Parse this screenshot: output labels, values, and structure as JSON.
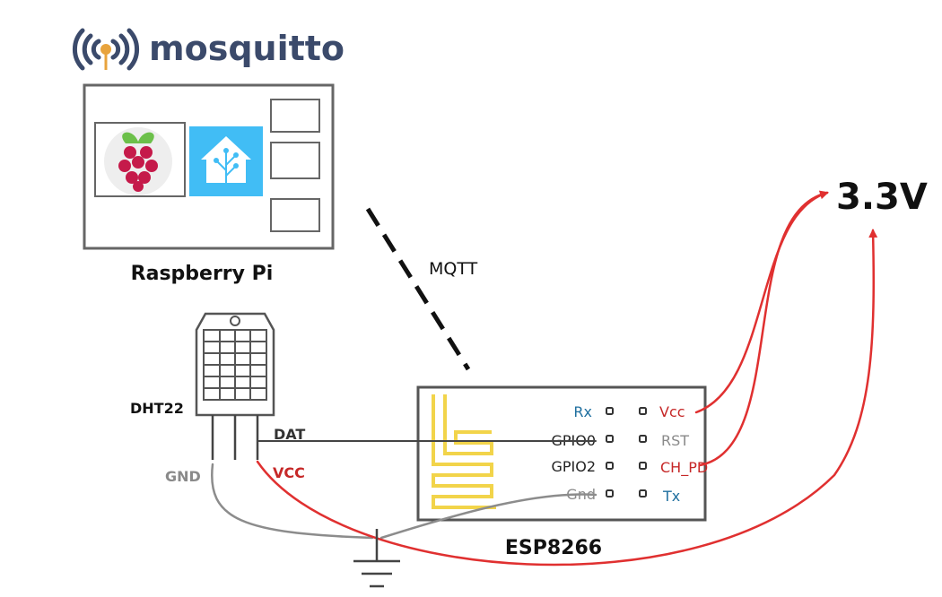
{
  "logo_text": "mosquitto",
  "labels": {
    "raspberry_pi": "Raspberry Pi",
    "mqtt": "MQTT",
    "dht22": "DHT22",
    "esp8266": "ESP8266",
    "voltage": "3.3V",
    "dat": "DAT",
    "gnd": "GND",
    "vcc": "VCC"
  },
  "esp_pins": {
    "left": [
      "Rx",
      "GPIO0",
      "GPIO2",
      "Gnd"
    ],
    "right": [
      "Vcc",
      "RST",
      "CH_PD",
      "Tx"
    ]
  },
  "icons": [
    "raspberry-pi-logo",
    "home-assistant-icon",
    "mosquitto-wifi-icon",
    "ground-symbol-icon"
  ],
  "colors": {
    "wire_red": "#e03030",
    "wire_gray": "#8c8c8c",
    "wire_dark": "#444444",
    "pin_blue": "#1f6f9f",
    "pin_red": "#c62828",
    "pin_gray": "#8a8a8a",
    "antenna": "#f2d44a",
    "ha_blue": "#41bdf5",
    "rpi_red": "#c51a4a",
    "rpi_green": "#6cc04a",
    "logo_navy": "#3b4a6b",
    "logo_orange": "#e8a33d"
  }
}
